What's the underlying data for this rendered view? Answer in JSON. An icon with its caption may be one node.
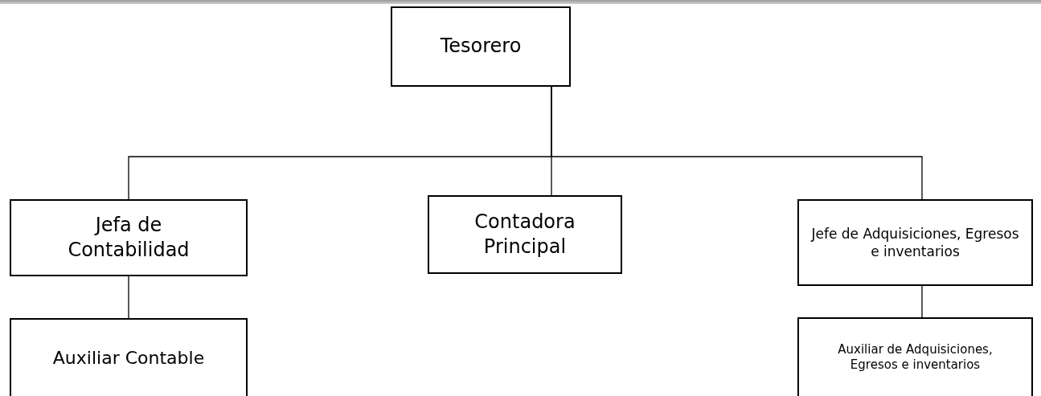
{
  "diagram": {
    "nodes": [
      {
        "text": [
          "Tesorero"
        ]
      },
      {
        "text": [
          "Jefa de Contabilidad"
        ]
      },
      {
        "text": [
          "Contadora Principal"
        ]
      },
      {
        "text": [
          "Jefe de Adquisiciones, Egresos e inventarios"
        ]
      },
      {
        "text": [
          "Auxiliar Contable"
        ]
      },
      {
        "text": [
          "Auxiliar de Adquisiciones, Egresos e inventarios"
        ]
      }
    ],
    "edges": [
      {
        "from": 0,
        "to": 1,
        "arrow": "none"
      },
      {
        "from": 0,
        "to": 2,
        "arrow": "none"
      },
      {
        "from": 0,
        "to": 3,
        "arrow": "none"
      },
      {
        "from": 1,
        "to": 4,
        "arrow": "none"
      },
      {
        "from": 3,
        "to": 5,
        "arrow": "none"
      }
    ]
  }
}
